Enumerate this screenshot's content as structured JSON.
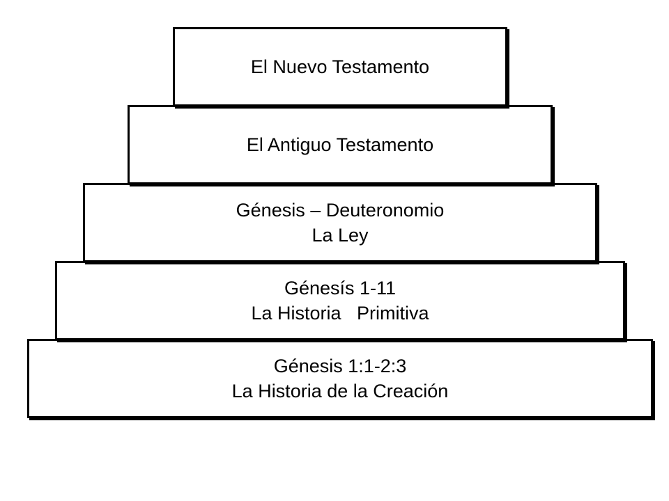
{
  "pyramid": {
    "tiers": [
      {
        "line1": "El Nuevo Testamento",
        "line2": ""
      },
      {
        "line1": "El Antiguo Testamento",
        "line2": ""
      },
      {
        "line1": "Génesis – Deuteronomio",
        "line2": "La Ley"
      },
      {
        "line1": "Génesís 1-11",
        "line2": "La Historia   Primitiva"
      },
      {
        "line1": "Génesis 1:1-2:3",
        "line2": "La Historia de la Creación"
      }
    ]
  }
}
